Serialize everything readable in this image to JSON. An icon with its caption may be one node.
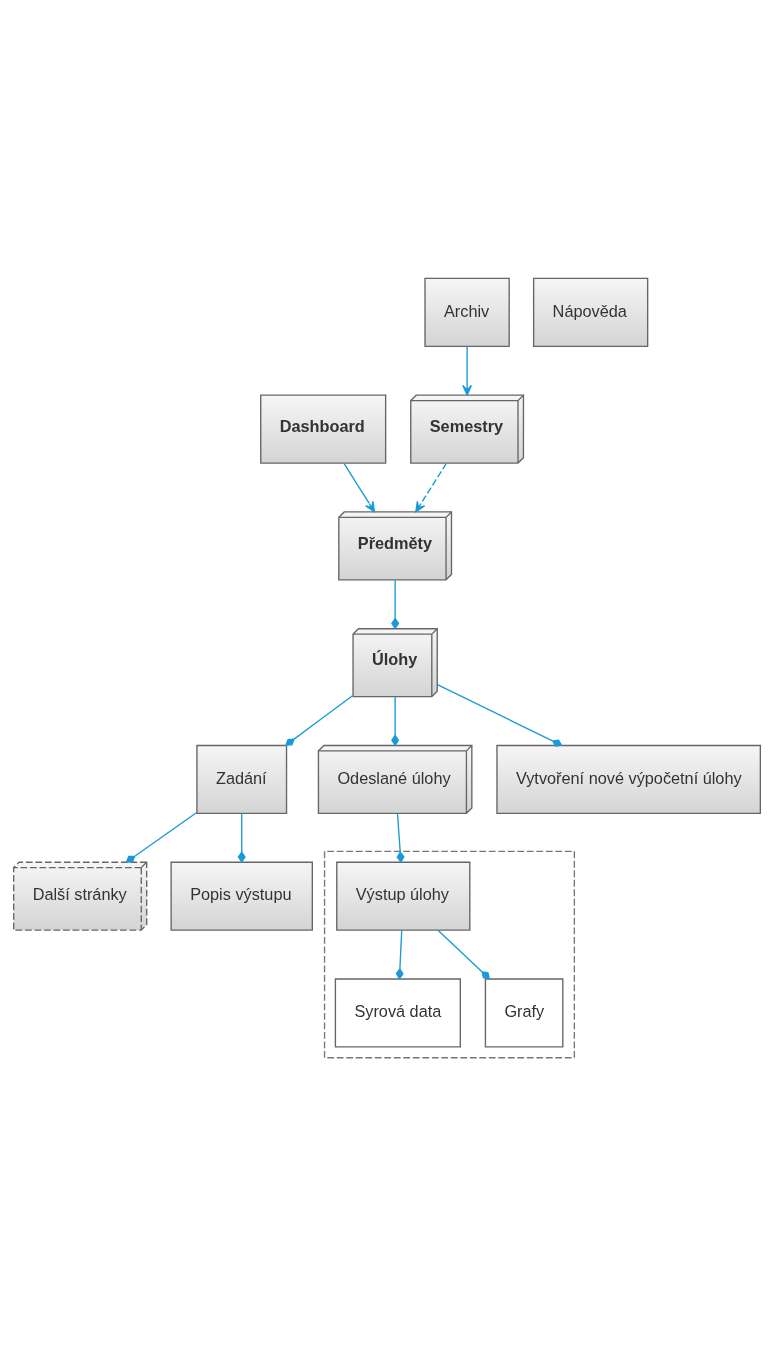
{
  "diagram": {
    "nodes": [
      {
        "text": [
          "Dashboard"
        ]
      },
      {
        "text": [
          "Předměty"
        ]
      },
      {
        "text": [
          "Úlohy"
        ]
      },
      {
        "text": [
          "Zadání"
        ]
      },
      {
        "text": [
          "Další stránky"
        ]
      },
      {
        "text": [
          "Popis výstupu"
        ]
      },
      {
        "text": [
          "Odeslané úlohy"
        ]
      },
      {
        "text": [],
        "shape": "box"
      },
      {
        "text": [
          "Výstup úlohy"
        ],
        "in": 7
      },
      {
        "text": [
          "Syrová data"
        ],
        "in": 7
      },
      {
        "text": [
          "Grafy"
        ],
        "in": 7
      },
      {
        "text": [
          "Vytvoření nové výpočetní úlohy"
        ]
      },
      {
        "text": [
          "Archiv"
        ]
      },
      {
        "text": [
          "Semestry"
        ]
      },
      {
        "text": [
          "Nápověda"
        ]
      }
    ],
    "edges": [
      {
        "from": 0,
        "to": 1,
        "arrow": "to"
      },
      {
        "from": 1,
        "to": 2,
        "arrow": "other"
      },
      {
        "from": 2,
        "to": 3,
        "arrow": "other"
      },
      {
        "from": 3,
        "to": 4,
        "arrow": "other"
      },
      {
        "from": 3,
        "to": 5,
        "arrow": "other"
      },
      {
        "from": 2,
        "to": 6,
        "arrow": "other"
      },
      {
        "from": 6,
        "to": 8,
        "arrow": "other"
      },
      {
        "from": 8,
        "to": 9,
        "arrow": "other"
      },
      {
        "from": 8,
        "to": 10,
        "arrow": "other"
      },
      {
        "from": 2,
        "to": 11,
        "arrow": "other"
      },
      {
        "from": 12,
        "to": 13,
        "arrow": "to"
      },
      {
        "from": 13,
        "to": 1,
        "arrow": "to",
        "style": "dashed"
      }
    ]
  }
}
